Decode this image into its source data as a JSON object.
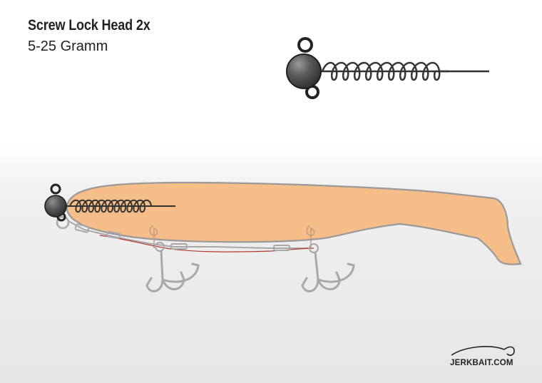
{
  "header": {
    "title": "Screw Lock Head 2x",
    "subtitle": "5-25 Gramm"
  },
  "brand": {
    "logo_text": "JERKBAIT.COM"
  },
  "colors": {
    "bait_body": "#f5bd87",
    "bait_outline": "#9a9a9a",
    "jig_head": "#555555",
    "wire": "#444444",
    "rig_line": "#b53a2a",
    "hooks": "#a8a8a8"
  },
  "icons": {
    "jig_head_detail": "screw-lock-jig-head-icon",
    "brand_mark": "jerkbait-fish-hook-logo-icon"
  }
}
